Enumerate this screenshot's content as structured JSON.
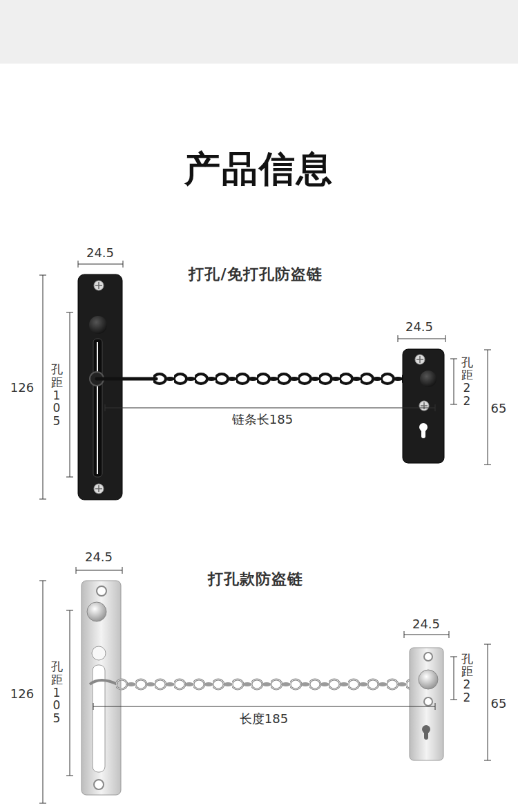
{
  "diagram": {
    "title": "产品信息",
    "labels": [
      "打孔/免打孔防盗链",
      "24.5",
      "126",
      "孔距105",
      "链条长185",
      "24.5",
      "孔距22",
      "65",
      "打孔款防盗链",
      "24.5",
      "126",
      "孔距105",
      "长度185",
      "24.5",
      "孔距22",
      "65"
    ]
  }
}
